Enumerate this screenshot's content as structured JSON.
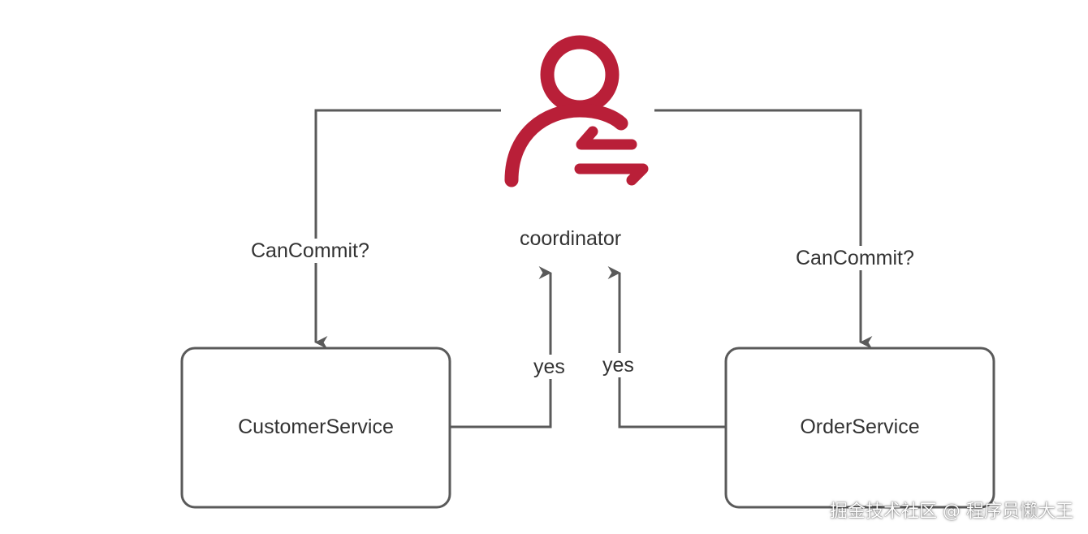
{
  "nodes": {
    "coordinator": {
      "label": "coordinator",
      "icon": "user-exchange-icon"
    },
    "customer_service": {
      "label": "CustomerService"
    },
    "order_service": {
      "label": "OrderService"
    }
  },
  "edges": {
    "left_request": "CanCommit?",
    "right_request": "CanCommit?",
    "left_reply": "yes",
    "right_reply": "yes"
  },
  "colors": {
    "icon": "#b91f38",
    "line": "#5a5a5a",
    "text": "#333333"
  },
  "watermark": "掘金技术社区 @ 程序员懒大王"
}
